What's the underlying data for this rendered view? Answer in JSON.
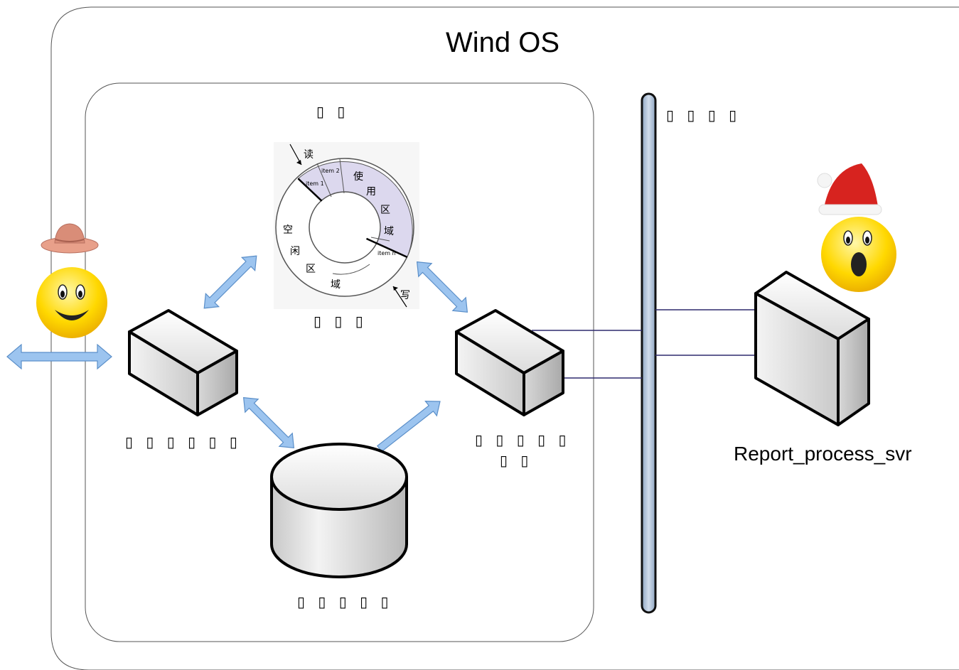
{
  "title": "Wind OS",
  "report_server_label": "Report_process_svr",
  "labels": {
    "inner_box": "▯ ▯",
    "bus": "▯ ▯ ▯ ▯",
    "ring_buffer": "▯ ▯ ▯",
    "left_server": "▯ ▯ ▯ ▯ ▯ ▯",
    "right_server_line1": "▯ ▯ ▯ ▯ ▯",
    "right_server_line2": "▯ ▯",
    "database": "▯ ▯ ▯ ▯ ▯"
  },
  "ring": {
    "read": "读",
    "write": "写",
    "item1": "item 1",
    "item2": "item 2",
    "itemn": "item n",
    "used_chars": [
      "使",
      "用",
      "区",
      "域"
    ],
    "free_chars": [
      "空",
      "闲",
      "区",
      "域"
    ]
  },
  "colors": {
    "arrow": "#9cc4ef",
    "arrow_stroke": "#5b8fc9",
    "bus": "#b7c8dd",
    "link": "#2e2a6e",
    "ring_used": "#dcd8ee"
  }
}
